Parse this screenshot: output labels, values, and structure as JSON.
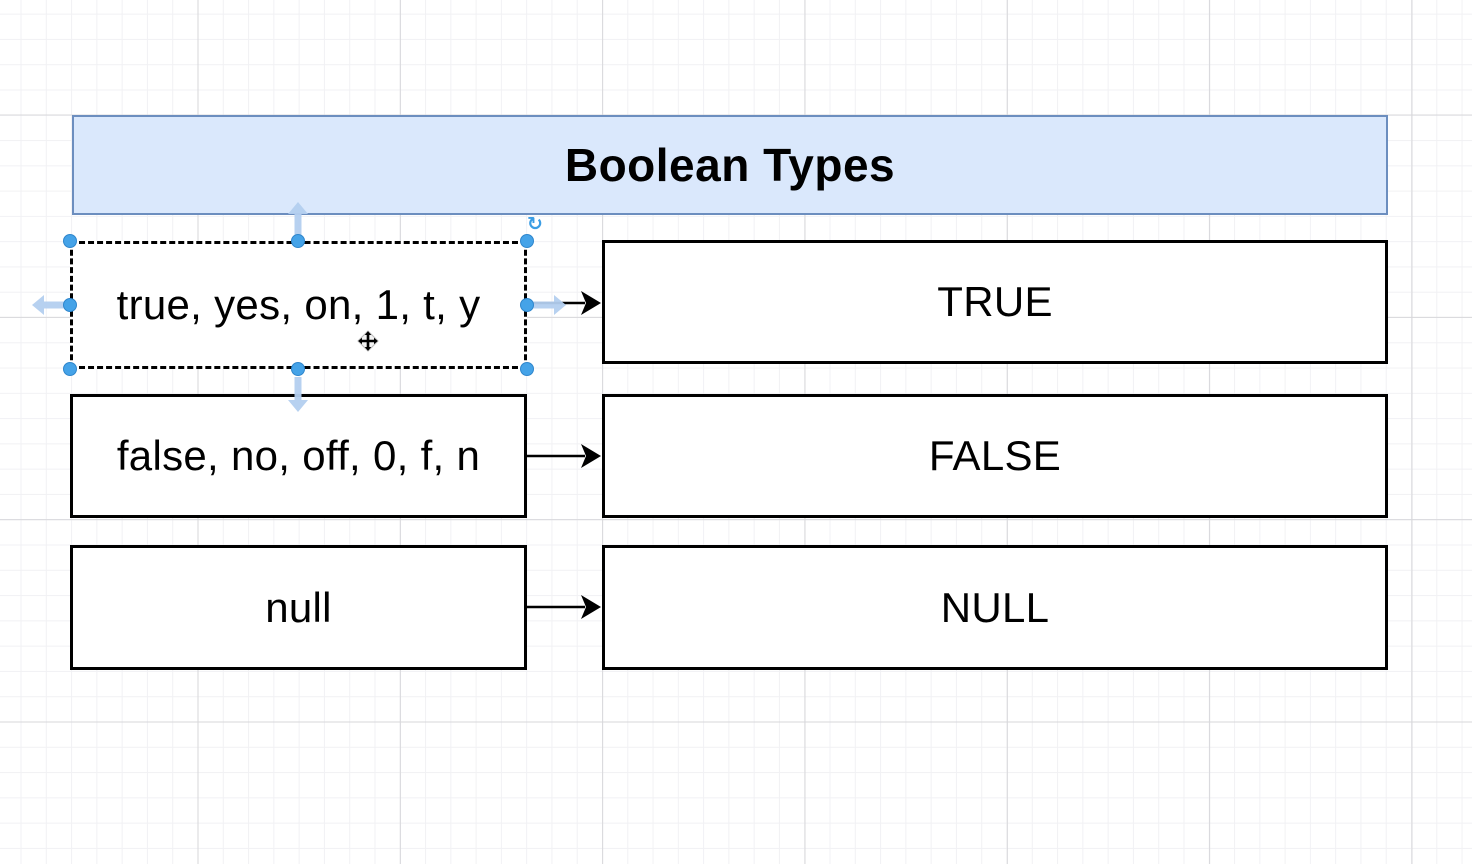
{
  "diagram": {
    "title": "Boolean Types",
    "title_style": {
      "fill": "#dae8fc",
      "border": "#6c8ebf"
    },
    "node_style": {
      "fill": "#ffffff",
      "border": "#000000"
    },
    "rows": [
      {
        "source": "true, yes, on, 1, t, y",
        "target": "TRUE",
        "selected": true
      },
      {
        "source": "false, no, off, 0, f, n",
        "target": "FALSE",
        "selected": false
      },
      {
        "source": "null",
        "target": "NULL",
        "selected": false
      }
    ]
  },
  "selection": {
    "selected_node": "true, yes, on, 1, t, y",
    "handle_color": "#45a3e8",
    "direction_arrow_color": "#b4cff0",
    "rotate_icon_color": "#3b9de4",
    "rotate_icon_glyph": "↻"
  },
  "grid": {
    "minor_color": "#f1f1f4",
    "major_color": "#d7d7da"
  }
}
